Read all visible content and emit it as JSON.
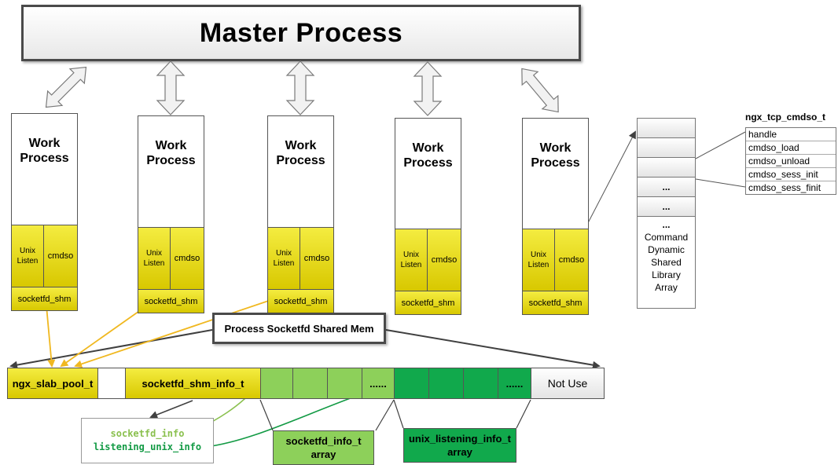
{
  "master": {
    "title": "Master Process"
  },
  "workers": [
    {
      "line1": "Work",
      "line2": "Process",
      "unix1": "Unix",
      "unix2": "Listen",
      "cmdso": "cmdso",
      "shm": "socketfd_shm"
    },
    {
      "line1": "Work",
      "line2": "Process",
      "unix1": "Unix",
      "unix2": "Listen",
      "cmdso": "cmdso",
      "shm": "socketfd_shm"
    },
    {
      "line1": "Work",
      "line2": "Process",
      "unix1": "Unix",
      "unix2": "Listen",
      "cmdso": "cmdso",
      "shm": "socketfd_shm"
    },
    {
      "line1": "Work",
      "line2": "Process",
      "unix1": "Unix",
      "unix2": "Listen",
      "cmdso": "cmdso",
      "shm": "socketfd_shm"
    },
    {
      "line1": "Work",
      "line2": "Process",
      "unix1": "Unix",
      "unix2": "Listen",
      "cmdso": "cmdso",
      "shm": "socketfd_shm"
    }
  ],
  "dynlib": {
    "ellipsis": "...",
    "label_lines": [
      "Command",
      "Dynamic",
      "Shared",
      "Library",
      "Array"
    ]
  },
  "cmdso_struct": {
    "title": "ngx_tcp_cmdso_t",
    "fields": [
      "handle",
      "cmdso_load",
      "cmdso_unload",
      "cmdso_sess_init",
      "cmdso_sess_finit"
    ]
  },
  "shared_mem": {
    "label": "Process Socketfd Shared Mem"
  },
  "memory_row": {
    "slab_pool": "ngx_slab_pool_t",
    "shm_info": "socketfd_shm_info_t",
    "ellipsis": "......",
    "not_use": "Not Use"
  },
  "socketfd_array": {
    "line1": "socketfd_info_t",
    "line2": "array"
  },
  "unix_array": {
    "line1": "unix_listening_info_t",
    "line2": "array"
  },
  "info_fields": {
    "socketfd_info": "socketfd_info",
    "listening_unix_info": "listening_unix_info"
  },
  "colors": {
    "yellow": "#e6da1a",
    "light_green": "#8dd05a",
    "dark_green": "#11a94c",
    "arrow_orange": "#f0b820"
  }
}
